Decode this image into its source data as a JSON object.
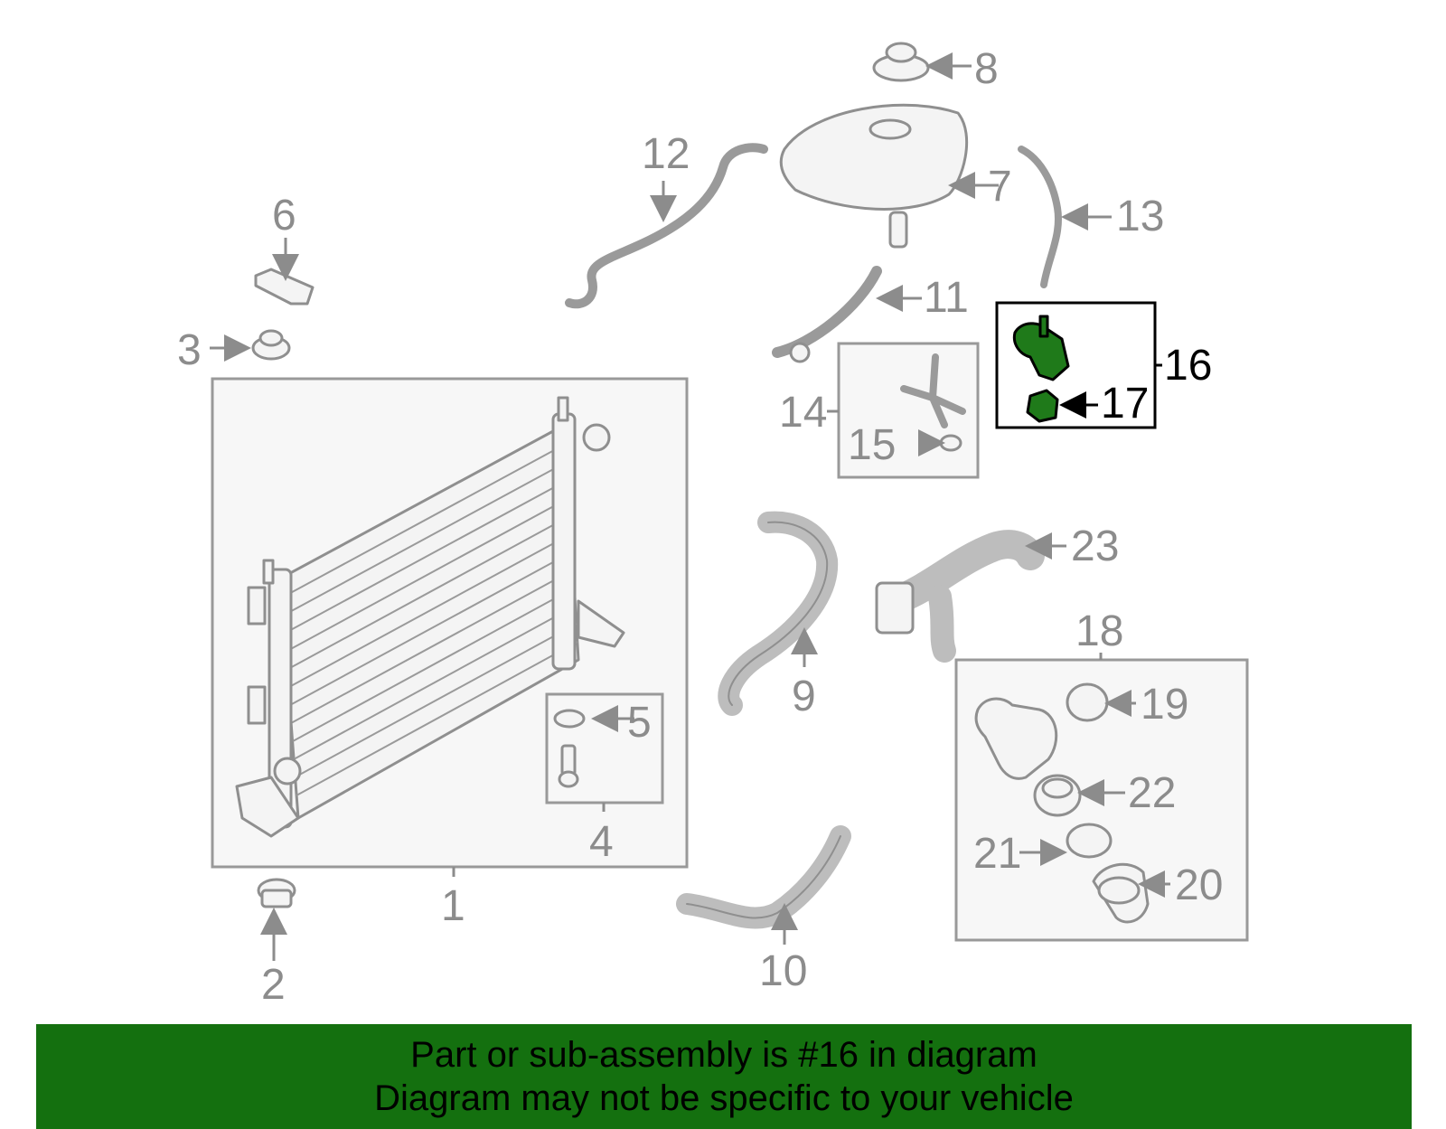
{
  "callouts": {
    "c1": "1",
    "c2": "2",
    "c3": "3",
    "c4": "4",
    "c5": "5",
    "c6": "6",
    "c7": "7",
    "c8": "8",
    "c9": "9",
    "c10": "10",
    "c11": "11",
    "c12": "12",
    "c13": "13",
    "c14": "14",
    "c15": "15",
    "c16": "16",
    "c17": "17",
    "c18": "18",
    "c19": "19",
    "c20": "20",
    "c21": "21",
    "c22": "22",
    "c23": "23"
  },
  "highlight": {
    "part": "16",
    "color": "#1f7a1a",
    "box_color": "#000000"
  },
  "banner": {
    "line1": "Part or sub-assembly is #16 in diagram",
    "line2": "Diagram may not be specific to your vehicle",
    "color": "#14700f"
  }
}
